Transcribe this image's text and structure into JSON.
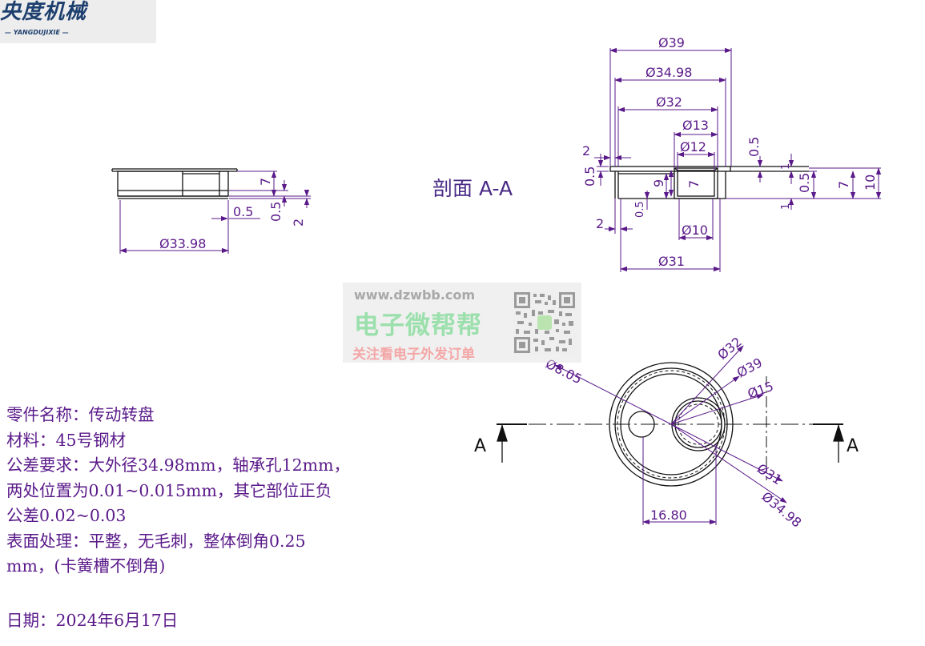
{
  "logo": {
    "brand": "央度机械",
    "subtitle": "— YANGDUJIXIE —"
  },
  "watermark": {
    "url": "www.dzwbb.com",
    "name": "电子微帮帮",
    "slogan": "关注看电子外发订单"
  },
  "section_label": "剖面 A-A",
  "side_view": {
    "dims": {
      "dia": "Ø33.98",
      "h7": "7",
      "t05a": "0.5",
      "t05b": "0.5",
      "h2": "2"
    }
  },
  "section_view": {
    "dims": {
      "d39": "Ø39",
      "d3498": "Ø34.98",
      "d32": "Ø32",
      "d13": "Ø13",
      "d12": "Ø12",
      "d10": "Ø10",
      "d31": "Ø31",
      "w2top": "2",
      "w2bot": "2",
      "l05left": "0.5",
      "l05small": "0.5",
      "h9": "9",
      "h7in": "7",
      "t05top": "0.5",
      "t1a": "1",
      "t05r": "0.5",
      "t1b": "1",
      "h7r": "7",
      "h10": "10"
    }
  },
  "plan_view": {
    "cut_left": "A",
    "cut_right": "A",
    "dims": {
      "d32": "Ø32",
      "d39": "Ø39",
      "d15": "Ø15",
      "d805": "Ø8.05",
      "d31": "Ø31",
      "d3498": "Ø34.98",
      "off": "16.80"
    }
  },
  "notes": {
    "lines": [
      "零件名称：传动转盘",
      "材料：45号钢材",
      "公差要求：大外径34.98mm，轴承孔12mm，",
      "两处位置为0.01~0.015mm，其它部位正负",
      "公差0.02~0.03",
      "表面处理：平整，无毛刺，整体倒角0.25",
      "mm，(卡簧槽不倒角)"
    ],
    "date": "日期：2024年6月17日"
  },
  "colors": {
    "dimension": "#5a1a8a",
    "outline": "#111111",
    "label": "#4a2a86"
  }
}
